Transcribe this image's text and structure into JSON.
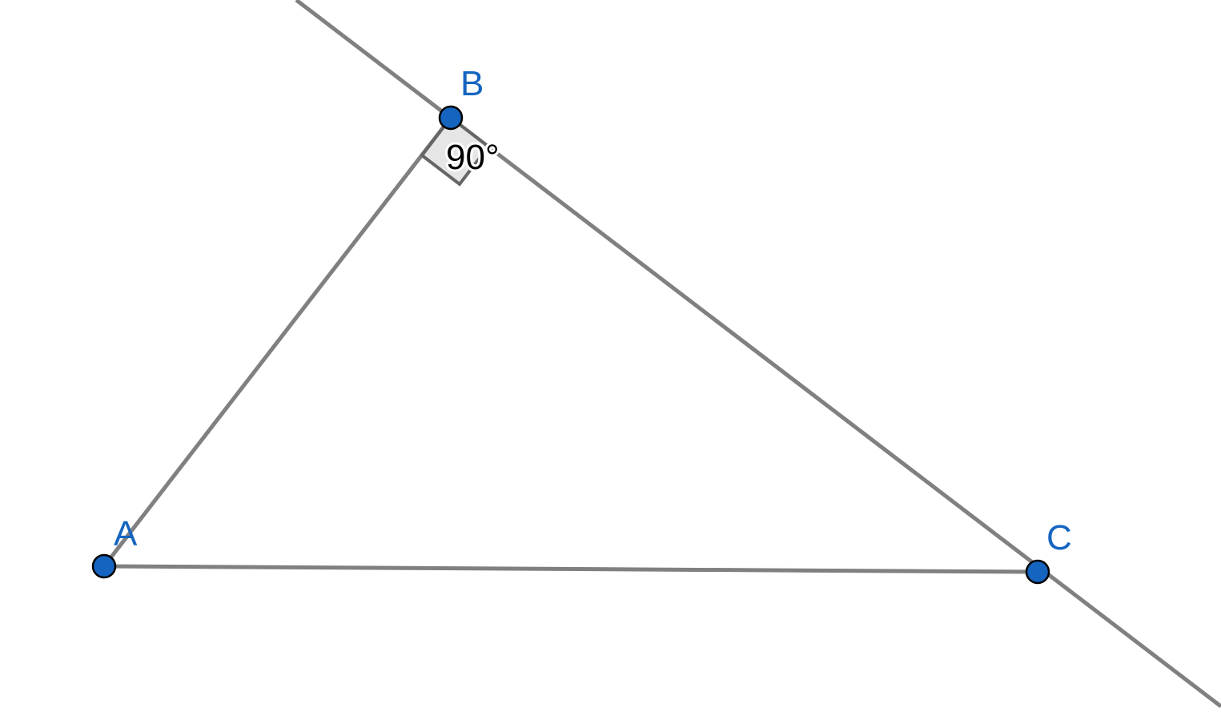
{
  "diagram": {
    "points": [
      {
        "label": "A"
      },
      {
        "label": "B"
      },
      {
        "label": "C"
      }
    ],
    "angle_at_B": "90°",
    "colors": {
      "point_fill": "#1565c0",
      "label": "#1565c0",
      "line": "#808080"
    }
  }
}
